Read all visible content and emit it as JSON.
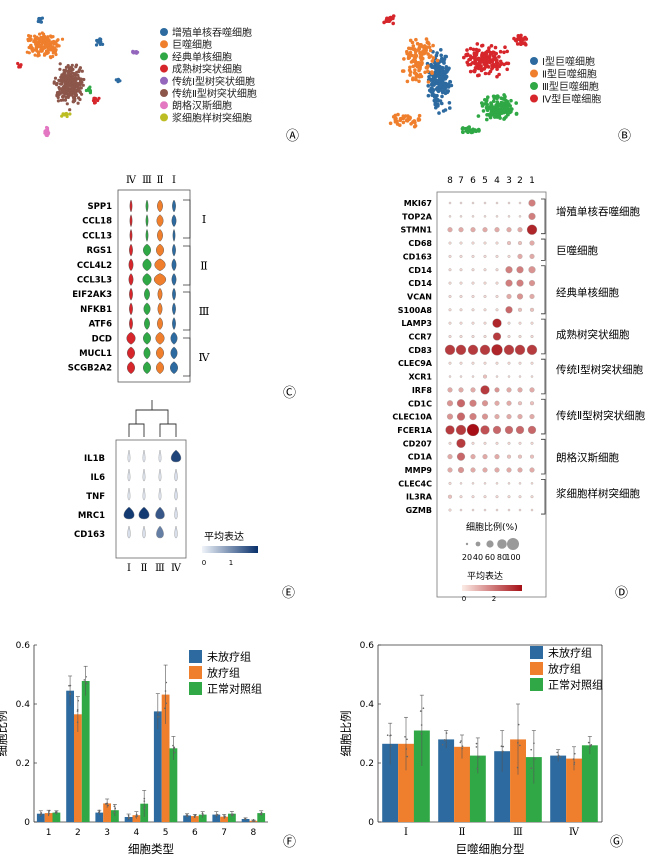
{
  "panels": {
    "A": {
      "letter": "Ⓐ",
      "legend": [
        {
          "label": "增殖单核吞噬细胞",
          "color": "#2c6aa0"
        },
        {
          "label": "巨噬细胞",
          "color": "#ef7f2d"
        },
        {
          "label": "经典单核细胞",
          "color": "#2fa845"
        },
        {
          "label": "成熟树突状细胞",
          "color": "#d6262b"
        },
        {
          "label": "传统Ⅰ型树突状细胞",
          "color": "#9467bd"
        },
        {
          "label": "传统Ⅱ型树突状细胞",
          "color": "#8c564b"
        },
        {
          "label": "朗格汉斯细胞",
          "color": "#e377c2"
        },
        {
          "label": "浆细胞样树突细胞",
          "color": "#bcbd22"
        }
      ]
    },
    "B": {
      "letter": "Ⓑ",
      "legend": [
        {
          "label": "Ⅰ型巨噬细胞",
          "color": "#2c6aa0"
        },
        {
          "label": "Ⅱ型巨噬细胞",
          "color": "#ef7f2d"
        },
        {
          "label": "Ⅲ型巨噬细胞",
          "color": "#2fa845"
        },
        {
          "label": "Ⅳ型巨噬细胞",
          "color": "#d6262b"
        }
      ]
    },
    "C": {
      "letter": "Ⓒ",
      "columns": [
        "Ⅳ",
        "Ⅲ",
        "Ⅱ",
        "Ⅰ"
      ],
      "genes": [
        "SPP1",
        "CCL18",
        "CCL13",
        "RGS1",
        "CCL4L2",
        "CCL3L3",
        "EIF2AK3",
        "NFKB1",
        "ATF6",
        "DCD",
        "MUCL1",
        "SCGB2A2"
      ],
      "groups": [
        "Ⅰ",
        "Ⅱ",
        "Ⅲ",
        "Ⅳ"
      ]
    },
    "D": {
      "letter": "Ⓓ",
      "columns": [
        "8",
        "7",
        "6",
        "5",
        "4",
        "3",
        "2",
        "1"
      ],
      "genes": [
        "MKI67",
        "TOP2A",
        "STMN1",
        "CD68",
        "CD163",
        "CD14",
        "CD14",
        "VCAN",
        "S100A8",
        "LAMP3",
        "CCR7",
        "CD83",
        "CLEC9A",
        "XCR1",
        "IRF8",
        "CD1C",
        "CLEC10A",
        "FCER1A",
        "CD207",
        "CD1A",
        "MMP9",
        "CLEC4C",
        "IL3RA",
        "GZMB"
      ],
      "groups": [
        "增殖单核吞噬细胞",
        "巨噬细胞",
        "经典单核细胞",
        "成熟树突状细胞",
        "传统Ⅰ型树突状细胞",
        "传统Ⅱ型树突状细胞",
        "朗格汉斯细胞",
        "浆细胞样树突细胞"
      ],
      "size_legend_title": "细胞比例(%)",
      "size_legend_ticks": [
        "20",
        "40",
        "60",
        "80",
        "100"
      ],
      "color_legend_title": "平均表达",
      "color_legend_ticks": [
        "0",
        "2"
      ]
    },
    "E": {
      "letter": "Ⓔ",
      "genes": [
        "IL1B",
        "IL6",
        "TNF",
        "MRC1",
        "CD163"
      ],
      "columns": [
        "Ⅰ",
        "Ⅱ",
        "Ⅲ",
        "Ⅳ"
      ],
      "color_legend_title": "平均表达",
      "color_legend_ticks": [
        "0",
        "1"
      ]
    },
    "F": {
      "letter": "Ⓕ"
    },
    "G": {
      "letter": "Ⓖ"
    }
  },
  "chart_data": [
    {
      "panel": "F",
      "type": "bar",
      "xlabel": "细胞类型",
      "ylabel": "细胞比例",
      "categories": [
        "1",
        "2",
        "3",
        "4",
        "5",
        "6",
        "7",
        "8"
      ],
      "ylim": [
        0,
        0.6
      ],
      "yticks": [
        "0",
        "0.2",
        "0.4",
        "0.6"
      ],
      "series": [
        {
          "name": "未放疗组",
          "color": "#2c6aa0",
          "values": [
            0.028,
            0.445,
            0.032,
            0.017,
            0.375,
            0.022,
            0.025,
            0.01
          ],
          "err": [
            0.01,
            0.05,
            0.008,
            0.01,
            0.06,
            0.006,
            0.01,
            0.004
          ]
        },
        {
          "name": "放疗组",
          "color": "#ef7f2d",
          "values": [
            0.03,
            0.365,
            0.063,
            0.023,
            0.432,
            0.02,
            0.018,
            0.004
          ],
          "err": [
            0.01,
            0.06,
            0.015,
            0.012,
            0.1,
            0.006,
            0.008,
            0.003
          ]
        },
        {
          "name": "正常对照组",
          "color": "#2fa845",
          "values": [
            0.032,
            0.478,
            0.04,
            0.062,
            0.25,
            0.025,
            0.028,
            0.03
          ],
          "err": [
            0.006,
            0.05,
            0.02,
            0.045,
            0.04,
            0.01,
            0.008,
            0.008
          ]
        }
      ]
    },
    {
      "panel": "G",
      "type": "bar",
      "xlabel": "巨噬细胞分型",
      "ylabel": "细胞比例",
      "categories": [
        "Ⅰ",
        "Ⅱ",
        "Ⅲ",
        "Ⅳ"
      ],
      "ylim": [
        0,
        0.6
      ],
      "yticks": [
        "0",
        "0.2",
        "0.4",
        "0.6"
      ],
      "series": [
        {
          "name": "未放疗组",
          "color": "#2c6aa0",
          "values": [
            0.265,
            0.28,
            0.24,
            0.225
          ],
          "err": [
            0.07,
            0.03,
            0.07,
            0.02
          ]
        },
        {
          "name": "放疗组",
          "color": "#ef7f2d",
          "values": [
            0.265,
            0.255,
            0.28,
            0.215
          ],
          "err": [
            0.09,
            0.04,
            0.12,
            0.04
          ]
        },
        {
          "name": "正常对照组",
          "color": "#2fa845",
          "values": [
            0.31,
            0.225,
            0.22,
            0.26
          ],
          "err": [
            0.12,
            0.06,
            0.09,
            0.03
          ]
        }
      ]
    }
  ]
}
